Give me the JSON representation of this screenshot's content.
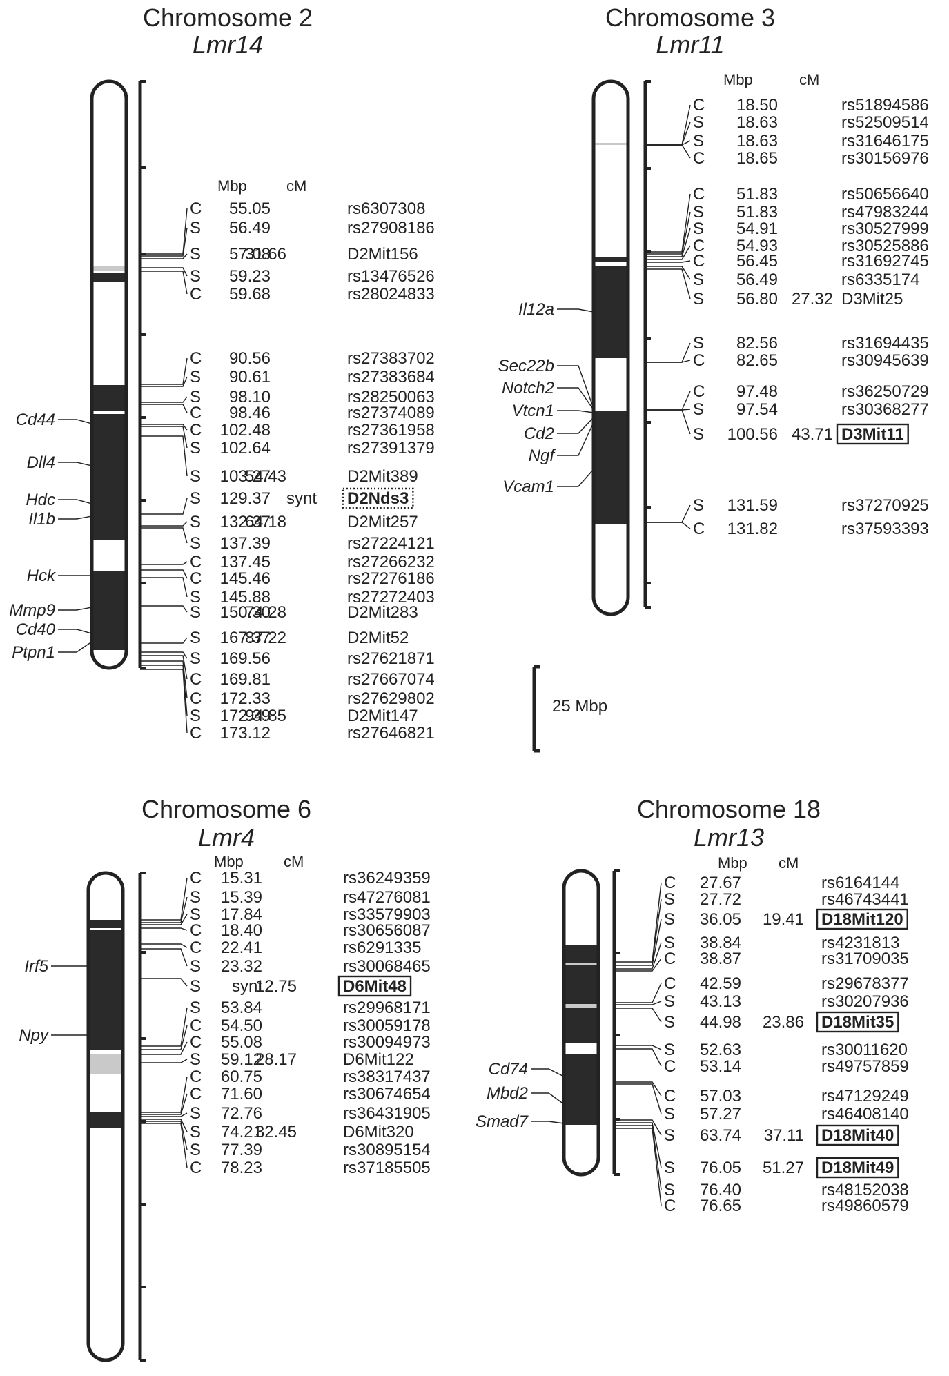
{
  "colors": {
    "ink": "#222222",
    "band": "#2a2a2a",
    "light_band": "#c9c9c9"
  },
  "scale_bar": {
    "label": "25 Mbp"
  },
  "panels": [
    {
      "id": "chr2",
      "title": "Chromosome 2",
      "locus": "Lmr14",
      "col_mbp": "Mbp",
      "col_cm": "cM",
      "genes": [
        "Cd44",
        "Dll4",
        "Hdc",
        "Il1b",
        "Hck",
        "Mmp9",
        "Cd40",
        "Ptpn1"
      ],
      "markers": [
        {
          "strain": "C",
          "mbp": "55.05",
          "cm": "",
          "name": "rs6307308"
        },
        {
          "strain": "S",
          "mbp": "56.49",
          "cm": "",
          "name": "rs27908186"
        },
        {
          "strain": "S",
          "mbp": "57.08",
          "cm": "31.66",
          "name": "D2Mit156"
        },
        {
          "strain": "S",
          "mbp": "59.23",
          "cm": "",
          "name": "rs13476526"
        },
        {
          "strain": "C",
          "mbp": "59.68",
          "cm": "",
          "name": "rs28024833"
        },
        {
          "strain": "C",
          "mbp": "90.56",
          "cm": "",
          "name": "rs27383702"
        },
        {
          "strain": "S",
          "mbp": "90.61",
          "cm": "",
          "name": "rs27383684"
        },
        {
          "strain": "S",
          "mbp": "98.10",
          "cm": "",
          "name": "rs28250063"
        },
        {
          "strain": "C",
          "mbp": "98.46",
          "cm": "",
          "name": "rs27374089"
        },
        {
          "strain": "C",
          "mbp": "102.48",
          "cm": "",
          "name": "rs27361958"
        },
        {
          "strain": "S",
          "mbp": "102.64",
          "cm": "",
          "name": "rs27391379"
        },
        {
          "strain": "S",
          "mbp": "103.27",
          "cm": "54.43",
          "name": "D2Mit389"
        },
        {
          "strain": "S",
          "mbp": "129.37",
          "cm": "synt",
          "name": "D2Nds3",
          "box": "dotted"
        },
        {
          "strain": "S",
          "mbp": "132.37",
          "cm": "64.18",
          "name": "D2Mit257"
        },
        {
          "strain": "S",
          "mbp": "137.39",
          "cm": "",
          "name": "rs27224121"
        },
        {
          "strain": "C",
          "mbp": "137.45",
          "cm": "",
          "name": "rs27266232"
        },
        {
          "strain": "C",
          "mbp": "145.46",
          "cm": "",
          "name": "rs27276186"
        },
        {
          "strain": "S",
          "mbp": "145.88",
          "cm": "",
          "name": "rs27272403"
        },
        {
          "strain": "S",
          "mbp": "150.30",
          "cm": "74.28",
          "name": "D2Mit283"
        },
        {
          "strain": "S",
          "mbp": "167.37",
          "cm": "87.22",
          "name": "D2Mit52"
        },
        {
          "strain": "S",
          "mbp": "169.56",
          "cm": "",
          "name": "rs27621871"
        },
        {
          "strain": "C",
          "mbp": "169.81",
          "cm": "",
          "name": "rs27667074"
        },
        {
          "strain": "C",
          "mbp": "172.33",
          "cm": "",
          "name": "rs27629802"
        },
        {
          "strain": "S",
          "mbp": "172.39",
          "cm": "94.85",
          "name": "D2Mit147"
        },
        {
          "strain": "C",
          "mbp": "173.12",
          "cm": "",
          "name": "rs27646821"
        }
      ]
    },
    {
      "id": "chr3",
      "title": "Chromosome 3",
      "locus": "Lmr11",
      "col_mbp": "Mbp",
      "col_cm": "cM",
      "genes": [
        "Il12a",
        "Sec22b",
        "Notch2",
        "Vtcn1",
        "Cd2",
        "Ngf",
        "Vcam1"
      ],
      "markers": [
        {
          "strain": "C",
          "mbp": "18.50",
          "cm": "",
          "name": "rs51894586"
        },
        {
          "strain": "S",
          "mbp": "18.63",
          "cm": "",
          "name": "rs52509514"
        },
        {
          "strain": "S",
          "mbp": "18.63",
          "cm": "",
          "name": "rs31646175"
        },
        {
          "strain": "C",
          "mbp": "18.65",
          "cm": "",
          "name": "rs30156976"
        },
        {
          "strain": "C",
          "mbp": "51.83",
          "cm": "",
          "name": "rs50656640"
        },
        {
          "strain": "S",
          "mbp": "51.83",
          "cm": "",
          "name": "rs47983244"
        },
        {
          "strain": "S",
          "mbp": "54.91",
          "cm": "",
          "name": "rs30527999"
        },
        {
          "strain": "C",
          "mbp": "54.93",
          "cm": "",
          "name": "rs30525886"
        },
        {
          "strain": "C",
          "mbp": "56.45",
          "cm": "",
          "name": "rs31692745"
        },
        {
          "strain": "S",
          "mbp": "56.49",
          "cm": "",
          "name": "rs6335174"
        },
        {
          "strain": "S",
          "mbp": "56.80",
          "cm": "27.32",
          "name": "D3Mit25"
        },
        {
          "strain": "S",
          "mbp": "82.56",
          "cm": "",
          "name": "rs31694435"
        },
        {
          "strain": "C",
          "mbp": "82.65",
          "cm": "",
          "name": "rs30945639"
        },
        {
          "strain": "C",
          "mbp": "97.48",
          "cm": "",
          "name": "rs36250729"
        },
        {
          "strain": "S",
          "mbp": "97.54",
          "cm": "",
          "name": "rs30368277"
        },
        {
          "strain": "S",
          "mbp": "100.56",
          "cm": "43.71",
          "name": "D3Mit11",
          "box": "solid"
        },
        {
          "strain": "S",
          "mbp": "131.59",
          "cm": "",
          "name": "rs37270925"
        },
        {
          "strain": "C",
          "mbp": "131.82",
          "cm": "",
          "name": "rs37593393"
        }
      ]
    },
    {
      "id": "chr6",
      "title": "Chromosome 6",
      "locus": "Lmr4",
      "col_mbp": "Mbp",
      "col_cm": "cM",
      "genes": [
        "Irf5",
        "Npy"
      ],
      "markers": [
        {
          "strain": "C",
          "mbp": "15.31",
          "cm": "",
          "name": "rs36249359"
        },
        {
          "strain": "S",
          "mbp": "15.39",
          "cm": "",
          "name": "rs47276081"
        },
        {
          "strain": "S",
          "mbp": "17.84",
          "cm": "",
          "name": "rs33579903"
        },
        {
          "strain": "C",
          "mbp": "18.40",
          "cm": "",
          "name": "rs30656087"
        },
        {
          "strain": "C",
          "mbp": "22.41",
          "cm": "",
          "name": "rs6291335"
        },
        {
          "strain": "S",
          "mbp": "23.32",
          "cm": "",
          "name": "rs30068465"
        },
        {
          "strain": "S",
          "mbp": "synt",
          "cm": "12.75",
          "name": "D6Mit48",
          "box": "solid"
        },
        {
          "strain": "S",
          "mbp": "53.84",
          "cm": "",
          "name": "rs29968171"
        },
        {
          "strain": "C",
          "mbp": "54.50",
          "cm": "",
          "name": "rs30059178"
        },
        {
          "strain": "C",
          "mbp": "55.08",
          "cm": "",
          "name": "rs30094973"
        },
        {
          "strain": "S",
          "mbp": "59.12",
          "cm": "28.17",
          "name": "D6Mit122"
        },
        {
          "strain": "C",
          "mbp": "60.75",
          "cm": "",
          "name": "rs38317437"
        },
        {
          "strain": "C",
          "mbp": "71.60",
          "cm": "",
          "name": "rs30674654"
        },
        {
          "strain": "S",
          "mbp": "72.76",
          "cm": "",
          "name": "rs36431905"
        },
        {
          "strain": "S",
          "mbp": "74.21",
          "cm": "32.45",
          "name": "D6Mit320"
        },
        {
          "strain": "S",
          "mbp": "77.39",
          "cm": "",
          "name": "rs30895154"
        },
        {
          "strain": "C",
          "mbp": "78.23",
          "cm": "",
          "name": "rs37185505"
        }
      ]
    },
    {
      "id": "chr18",
      "title": "Chromosome 18",
      "locus": "Lmr13",
      "col_mbp": "Mbp",
      "col_cm": "cM",
      "genes": [
        "Cd74",
        "Mbd2",
        "Smad7"
      ],
      "markers": [
        {
          "strain": "C",
          "mbp": "27.67",
          "cm": "",
          "name": "rs6164144"
        },
        {
          "strain": "S",
          "mbp": "27.72",
          "cm": "",
          "name": "rs46743441"
        },
        {
          "strain": "S",
          "mbp": "36.05",
          "cm": "19.41",
          "name": "D18Mit120",
          "box": "solid"
        },
        {
          "strain": "S",
          "mbp": "38.84",
          "cm": "",
          "name": "rs4231813"
        },
        {
          "strain": "C",
          "mbp": "38.87",
          "cm": "",
          "name": "rs31709035"
        },
        {
          "strain": "C",
          "mbp": "42.59",
          "cm": "",
          "name": "rs29678377"
        },
        {
          "strain": "S",
          "mbp": "43.13",
          "cm": "",
          "name": "rs30207936"
        },
        {
          "strain": "S",
          "mbp": "44.98",
          "cm": "23.86",
          "name": "D18Mit35",
          "box": "solid"
        },
        {
          "strain": "S",
          "mbp": "52.63",
          "cm": "",
          "name": "rs30011620"
        },
        {
          "strain": "C",
          "mbp": "53.14",
          "cm": "",
          "name": "rs49757859"
        },
        {
          "strain": "C",
          "mbp": "57.03",
          "cm": "",
          "name": "rs47129249"
        },
        {
          "strain": "S",
          "mbp": "57.27",
          "cm": "",
          "name": "rs46408140"
        },
        {
          "strain": "S",
          "mbp": "63.74",
          "cm": "37.11",
          "name": "D18Mit40",
          "box": "solid"
        },
        {
          "strain": "S",
          "mbp": "76.05",
          "cm": "51.27",
          "name": "D18Mit49",
          "box": "solid"
        },
        {
          "strain": "S",
          "mbp": "76.40",
          "cm": "",
          "name": "rs48152038"
        },
        {
          "strain": "C",
          "mbp": "76.65",
          "cm": "",
          "name": "rs49860579"
        }
      ]
    }
  ]
}
